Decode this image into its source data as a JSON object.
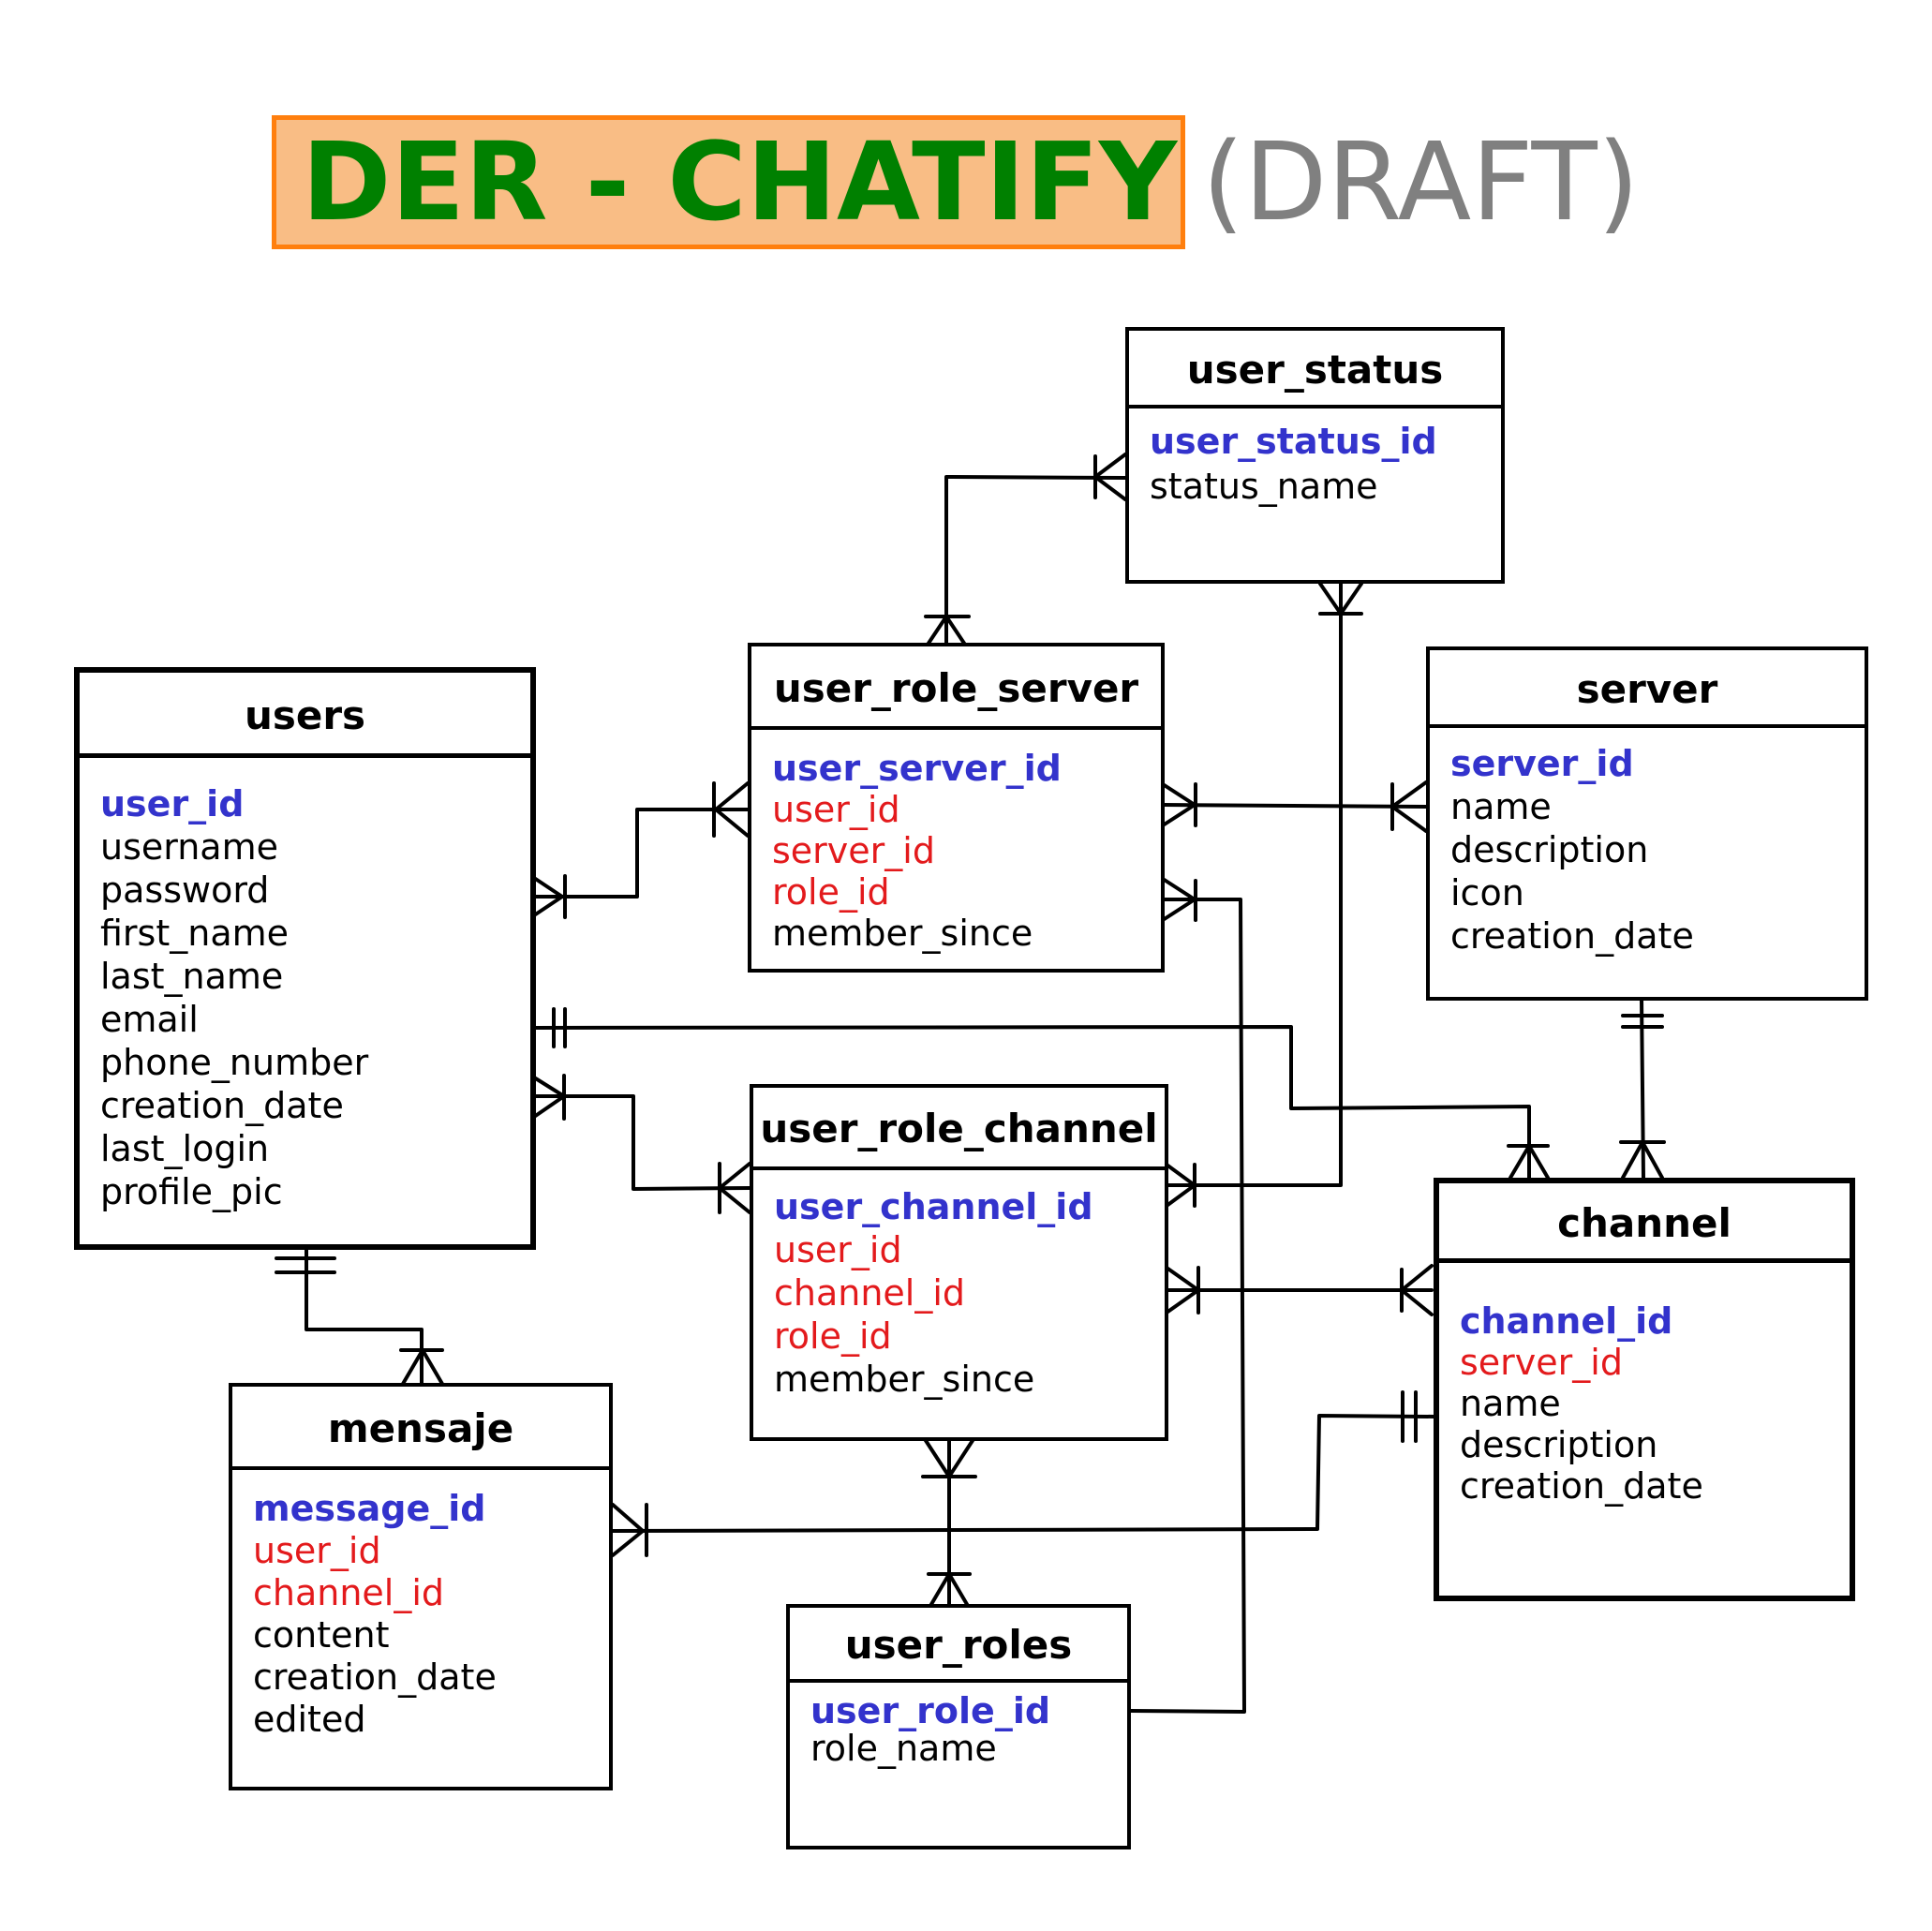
{
  "title": {
    "main": "DER - CHATIFY",
    "sub": "(DRAFT)"
  },
  "colors": {
    "primary_key": "#3333cc",
    "foreign_key": "#e31a1c",
    "title_green": "#008000",
    "title_fill": "#f9bd85",
    "title_border": "#ff7f0e",
    "subtitle_gray": "#808080"
  },
  "entities": {
    "users": {
      "name": "users",
      "attrs": [
        {
          "label": "user_id",
          "kind": "pk"
        },
        {
          "label": "username",
          "kind": "plain"
        },
        {
          "label": "password",
          "kind": "plain"
        },
        {
          "label": "first_name",
          "kind": "plain"
        },
        {
          "label": "last_name",
          "kind": "plain"
        },
        {
          "label": "email",
          "kind": "plain"
        },
        {
          "label": "phone_number",
          "kind": "plain"
        },
        {
          "label": "creation_date",
          "kind": "plain"
        },
        {
          "label": "last_login",
          "kind": "plain"
        },
        {
          "label": "profile_pic",
          "kind": "plain"
        }
      ]
    },
    "user_status": {
      "name": "user_status",
      "attrs": [
        {
          "label": "user_status_id",
          "kind": "pk"
        },
        {
          "label": "status_name",
          "kind": "plain"
        }
      ]
    },
    "user_role_server": {
      "name": "user_role_server",
      "attrs": [
        {
          "label": "user_server_id",
          "kind": "pk"
        },
        {
          "label": "user_id",
          "kind": "fk"
        },
        {
          "label": "server_id",
          "kind": "fk"
        },
        {
          "label": "role_id",
          "kind": "fk"
        },
        {
          "label": "member_since",
          "kind": "plain"
        }
      ]
    },
    "server": {
      "name": "server",
      "attrs": [
        {
          "label": "server_id",
          "kind": "pk"
        },
        {
          "label": "name",
          "kind": "plain"
        },
        {
          "label": "description",
          "kind": "plain"
        },
        {
          "label": "icon",
          "kind": "plain"
        },
        {
          "label": "creation_date",
          "kind": "plain"
        }
      ]
    },
    "user_role_channel": {
      "name": "user_role_channel",
      "attrs": [
        {
          "label": "user_channel_id",
          "kind": "pk"
        },
        {
          "label": "user_id",
          "kind": "fk"
        },
        {
          "label": "channel_id",
          "kind": "fk"
        },
        {
          "label": "role_id",
          "kind": "fk"
        },
        {
          "label": "member_since",
          "kind": "plain"
        }
      ]
    },
    "channel": {
      "name": "channel",
      "attrs": [
        {
          "label": "channel_id",
          "kind": "pk"
        },
        {
          "label": "server_id",
          "kind": "fk"
        },
        {
          "label": "name",
          "kind": "plain"
        },
        {
          "label": "description",
          "kind": "plain"
        },
        {
          "label": "creation_date",
          "kind": "plain"
        }
      ]
    },
    "mensaje": {
      "name": "mensaje",
      "attrs": [
        {
          "label": "message_id",
          "kind": "pk"
        },
        {
          "label": "user_id",
          "kind": "fk"
        },
        {
          "label": "channel_id",
          "kind": "fk"
        },
        {
          "label": "content",
          "kind": "plain"
        },
        {
          "label": "creation_date",
          "kind": "plain"
        },
        {
          "label": "edited",
          "kind": "plain"
        }
      ]
    },
    "user_roles": {
      "name": "user_roles",
      "attrs": [
        {
          "label": "user_role_id",
          "kind": "pk"
        },
        {
          "label": "role_name",
          "kind": "plain"
        }
      ]
    }
  },
  "relationships": [
    {
      "from": "user_status",
      "to": "user_role_server",
      "from_end": "one-or-many",
      "to_end": "one-or-many"
    },
    {
      "from": "user_status",
      "to": "user_role_channel",
      "from_end": "one-or-many",
      "to_end": "one-or-many"
    },
    {
      "from": "users",
      "to": "user_role_server",
      "from_end": "one-or-many",
      "to_end": "one-or-many"
    },
    {
      "from": "user_role_server",
      "to": "server",
      "from_end": "one-or-many",
      "to_end": "one-or-many"
    },
    {
      "from": "user_role_server",
      "to": "user_roles",
      "from_end": "one-or-many",
      "to_end": "none"
    },
    {
      "from": "users",
      "to": "channel",
      "from_end": "one-and-only-one",
      "to_end": "one-or-many"
    },
    {
      "from": "users",
      "to": "user_role_channel",
      "from_end": "one-or-many",
      "to_end": "one-or-many"
    },
    {
      "from": "server",
      "to": "channel",
      "from_end": "one-and-only-one",
      "to_end": "one-or-many"
    },
    {
      "from": "user_role_channel",
      "to": "channel",
      "from_end": "one-or-many",
      "to_end": "one-or-many"
    },
    {
      "from": "users",
      "to": "mensaje",
      "from_end": "one-and-only-one",
      "to_end": "one-or-many"
    },
    {
      "from": "mensaje",
      "to": "channel",
      "from_end": "one-or-many",
      "to_end": "one-and-only-one"
    },
    {
      "from": "user_role_channel",
      "to": "user_roles",
      "from_end": "one-or-many",
      "to_end": "one-or-many"
    }
  ]
}
